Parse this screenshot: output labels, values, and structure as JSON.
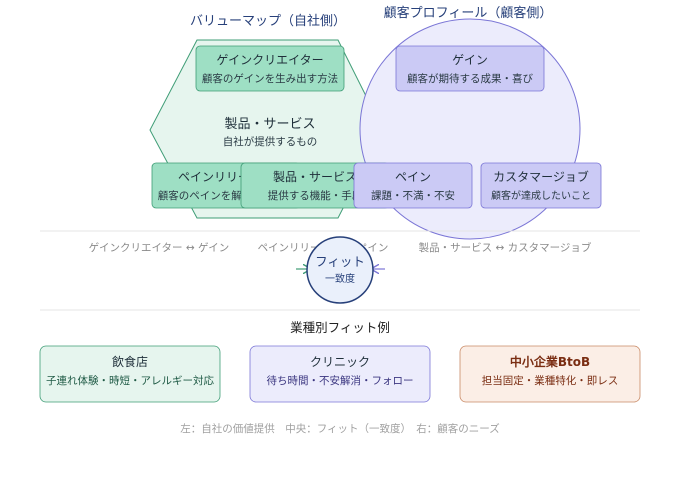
{
  "value_map": {
    "title": "バリューマップ（自社側）",
    "gain_creator": {
      "title": "ゲインクリエイター",
      "desc": "顧客のゲインを生み出す方法"
    },
    "product": {
      "title": "製品・サービス",
      "desc": "自社が提供するもの"
    },
    "pain_reliever": {
      "title": "ペインリリーバー",
      "desc": "顧客のペインを解消する方法"
    },
    "product_card": {
      "title": "製品・サービス",
      "desc": "提供する機能・手段"
    }
  },
  "customer_profile": {
    "title": "顧客プロフィール（顧客側）",
    "gain": {
      "title": "ゲイン",
      "desc": "顧客が期待する成果・喜び"
    },
    "pain": {
      "title": "ペイン",
      "desc": "課題・不満・不安"
    },
    "job": {
      "title": "カスタマージョブ",
      "desc": "顧客が達成したいこと"
    }
  },
  "mappings": {
    "m1": "ゲインクリエイター ↔ ゲイン",
    "m2": "ペインリリーバー ↔ ペイン",
    "m3": "製品・サービス ↔ カスタマージョブ"
  },
  "fit": {
    "title": "フィット",
    "subtitle": "一致度"
  },
  "examples": {
    "title": "業種別フィット例",
    "items": [
      {
        "title": "飲食店",
        "desc": "子連れ体験・時短・アレルギー対応"
      },
      {
        "title": "クリニック",
        "desc": "待ち時間・不安解消・フォロー"
      },
      {
        "title": "中小企業BtoB",
        "desc": "担当固定・業種特化・即レス"
      }
    ]
  },
  "legend": "左：自社の価値提供　中央：フィット（一致度）　右：顧客のニーズ",
  "colors": {
    "green_fill": "#e6f5ee",
    "green_card": "#9edfc4",
    "green_stroke": "#3f9d76",
    "purple_fill": "#ececfc",
    "purple_card": "#cbcaf5",
    "purple_stroke": "#7b76d6",
    "navy": "#27407a",
    "brown": "#7a2d12"
  }
}
